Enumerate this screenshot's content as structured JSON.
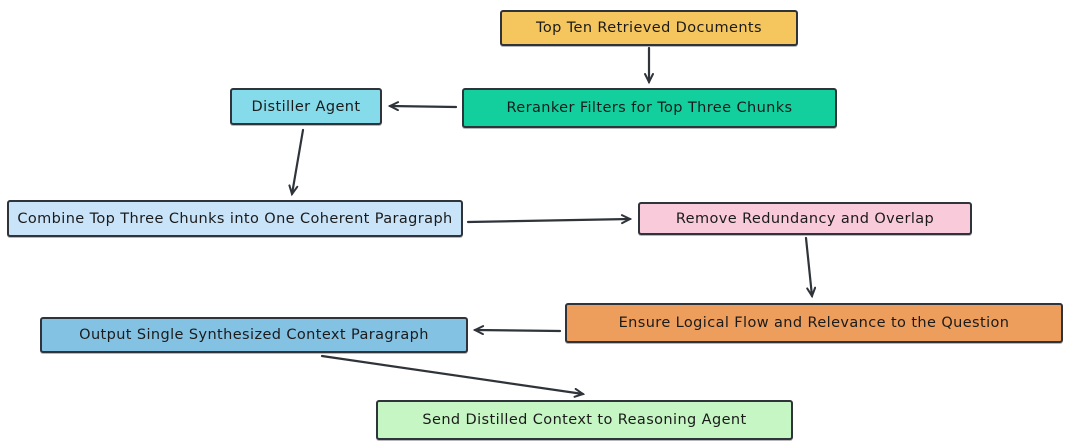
{
  "diagram": {
    "type": "flowchart",
    "background_color": "#ffffff",
    "stroke_color": "#2f343a",
    "text_color": "#1b1b1b",
    "nodes": {
      "top_docs": {
        "label": "Top Ten Retrieved Documents",
        "fill": "#f6c65e"
      },
      "reranker": {
        "label": "Reranker Filters for Top Three Chunks",
        "fill": "#12cf9d"
      },
      "distiller": {
        "label": "Distiller Agent",
        "fill": "#85dbea"
      },
      "combine": {
        "label": "Combine Top Three Chunks into One Coherent Paragraph",
        "fill": "#c9e4f9"
      },
      "remove": {
        "label": "Remove Redundancy and Overlap",
        "fill": "#f9cada"
      },
      "ensure": {
        "label": "Ensure Logical Flow and Relevance to the Question",
        "fill": "#ed9d5c"
      },
      "output": {
        "label": "Output Single Synthesized Context Paragraph",
        "fill": "#84c2e4"
      },
      "send": {
        "label": "Send Distilled Context to Reasoning Agent",
        "fill": "#c6f6c3"
      }
    },
    "edges": [
      {
        "from": "top_docs",
        "to": "reranker"
      },
      {
        "from": "reranker",
        "to": "distiller"
      },
      {
        "from": "distiller",
        "to": "combine"
      },
      {
        "from": "combine",
        "to": "remove"
      },
      {
        "from": "remove",
        "to": "ensure"
      },
      {
        "from": "ensure",
        "to": "output"
      },
      {
        "from": "output",
        "to": "send"
      }
    ]
  }
}
